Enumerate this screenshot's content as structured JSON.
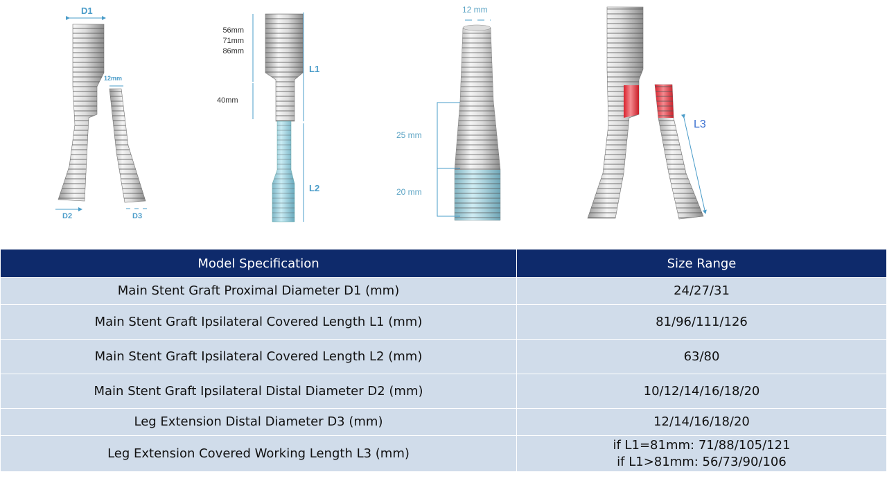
{
  "figures": {
    "fig1": {
      "d1": "D1",
      "d2": "D2",
      "d3": "D3",
      "leg_top": "12mm"
    },
    "fig2": {
      "lengths": [
        "56mm",
        "71mm",
        "86mm"
      ],
      "lower": "40mm",
      "l1": "L1",
      "l2": "L2"
    },
    "fig3": {
      "top": "12 mm",
      "upper": "25 mm",
      "lower": "20 mm"
    },
    "fig4": {
      "l3": "L3"
    }
  },
  "table": {
    "headers": [
      "Model Specification",
      "Size Range"
    ],
    "rows": [
      {
        "spec": "Main Stent Graft Proximal Diameter D1 (mm)",
        "range": [
          "24/27/31"
        ]
      },
      {
        "spec": "Main Stent Graft Ipsilateral Covered Length L1 (mm)",
        "range": [
          "81/96/111/126"
        ]
      },
      {
        "spec": "Main Stent Graft Ipsilateral Covered Length L2 (mm)",
        "range": [
          "63/80"
        ]
      },
      {
        "spec": "Main Stent Graft Ipsilateral Distal Diameter D2 (mm)",
        "range": [
          "10/12/14/16/18/20"
        ]
      },
      {
        "spec": "Leg Extension Distal Diameter D3 (mm)",
        "range": [
          "12/14/16/18/20"
        ]
      },
      {
        "spec": "Leg Extension Covered Working Length L3 (mm)",
        "range": [
          "if L1=81mm: 71/88/105/121",
          "if L1>81mm: 56/73/90/106"
        ]
      }
    ]
  },
  "colors": {
    "header": "#0e2a6b",
    "row": "#d0dcea",
    "dimension": "#4a9cc9",
    "highlight_red": "#e0303a",
    "highlight_blue": "#7cc4d8"
  }
}
